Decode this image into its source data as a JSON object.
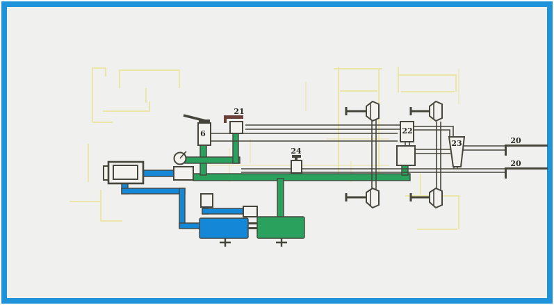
{
  "labels": {
    "n6": "6",
    "n21": "21",
    "n22": "22",
    "n23": "23",
    "n24": "24",
    "n20_top": "20",
    "n20_bottom": "20"
  },
  "colors": {
    "frame": "#1f93da",
    "background": "#f0f0ee",
    "paper": "#f3f2ee",
    "outline": "#45453c",
    "pipe_green": "#2aa15c",
    "pipe_blue": "#1487d6",
    "ghost": "#e9dd72",
    "handle": "#6a4038",
    "label": "#2a2a24"
  }
}
